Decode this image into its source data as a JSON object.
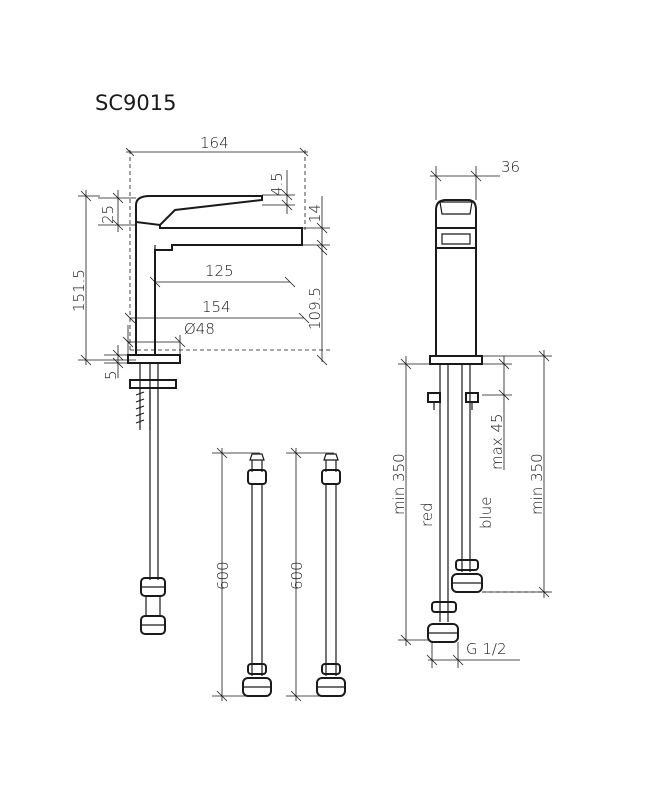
{
  "title": "SC9015",
  "dims": {
    "overall_length": "164",
    "lever_offset": "4.5",
    "lever_height": "25",
    "total_height": "151.5",
    "spout_thickness": "14",
    "spout_reach": "125",
    "spout_height": "109.5",
    "base_reach": "154",
    "base_diameter": "Ø48",
    "base_thickness": "5",
    "side_width": "36",
    "hose_length_1": "600",
    "hose_length_2": "600",
    "min_depth_left": "min 350",
    "max_deck": "max 45",
    "min_depth_right": "min 350",
    "thread": "G 1/2"
  },
  "hose_labels": {
    "red": "red",
    "blue": "blue"
  },
  "colors": {
    "line": "#1a1a1a",
    "background": "#ffffff"
  }
}
